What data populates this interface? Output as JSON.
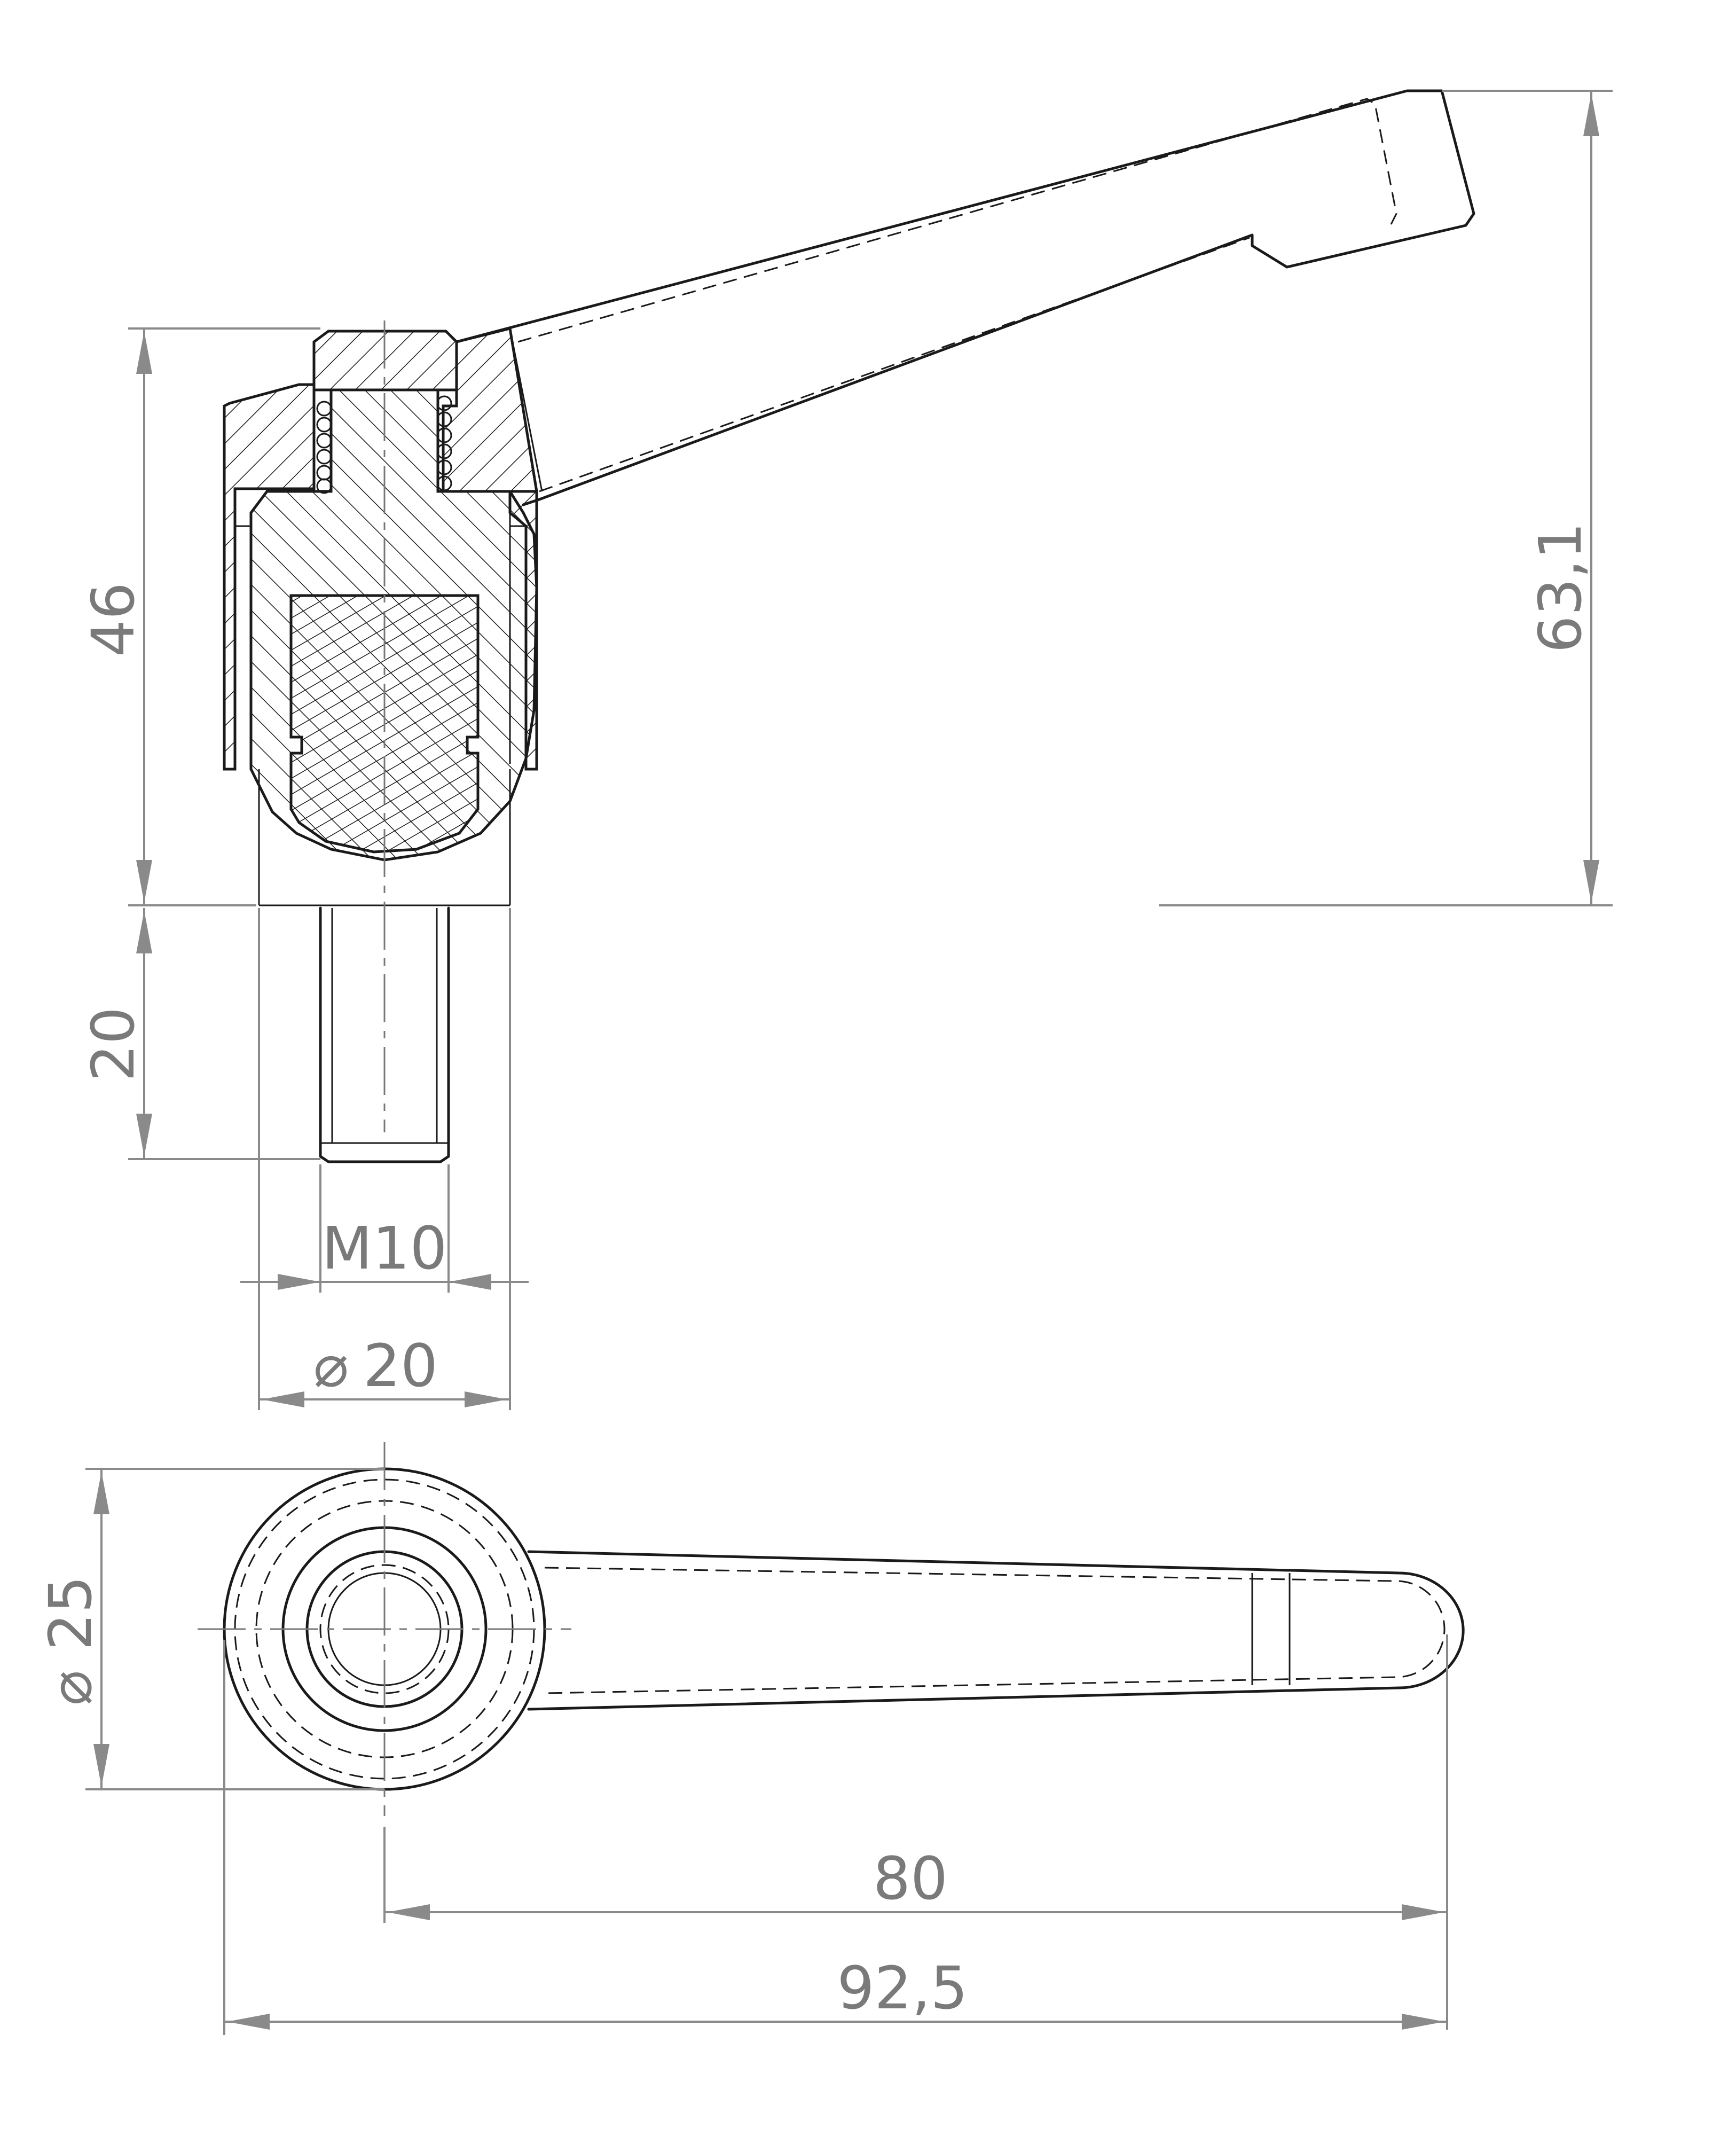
{
  "dimensions": {
    "height_total": "63,1",
    "body_height": "46",
    "stud_length": "20",
    "thread": "M10",
    "base_diameter": "20",
    "head_diameter": "25",
    "lever_length": "80",
    "overall_length": "92,5"
  },
  "symbols": {
    "diameter": "⌀"
  }
}
